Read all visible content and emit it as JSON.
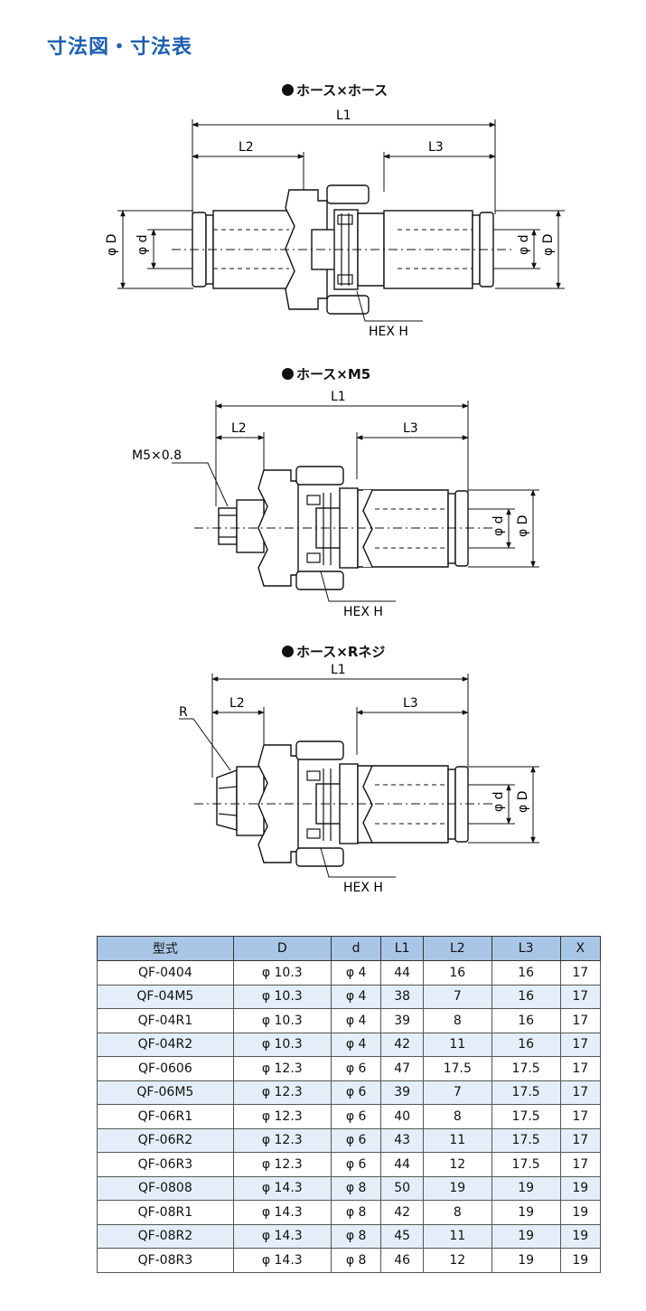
{
  "page_title": "寸法図・寸法表",
  "diagrams": [
    {
      "title": "ホース×ホース",
      "labels": {
        "L1": "L1",
        "L2": "L2",
        "L3": "L3",
        "D": "φ D",
        "d": "φ d",
        "d2": "φ d",
        "D2": "φ D",
        "hex": "HEX H"
      }
    },
    {
      "title": "ホース×M5",
      "labels": {
        "L1": "L1",
        "L2": "L2",
        "L3": "L3",
        "thread": "M5×0.8",
        "d": "φ d",
        "D": "φ D",
        "hex": "HEX H"
      }
    },
    {
      "title": "ホース×Rネジ",
      "labels": {
        "L1": "L1",
        "L2": "L2",
        "L3": "L3",
        "thread": "R",
        "d": "φ d",
        "D": "φ D",
        "hex": "HEX H"
      }
    }
  ],
  "table": {
    "headers": [
      "型式",
      "D",
      "d",
      "L1",
      "L2",
      "L3",
      "X"
    ],
    "rows": [
      [
        "QF-0404",
        "φ 10.3",
        "φ 4",
        "44",
        "16",
        "16",
        "17"
      ],
      [
        "QF-04M5",
        "φ 10.3",
        "φ 4",
        "38",
        "7",
        "16",
        "17"
      ],
      [
        "QF-04R1",
        "φ 10.3",
        "φ 4",
        "39",
        "8",
        "16",
        "17"
      ],
      [
        "QF-04R2",
        "φ 10.3",
        "φ 4",
        "42",
        "11",
        "16",
        "17"
      ],
      [
        "QF-0606",
        "φ 12.3",
        "φ 6",
        "47",
        "17.5",
        "17.5",
        "17"
      ],
      [
        "QF-06M5",
        "φ 12.3",
        "φ 6",
        "39",
        "7",
        "17.5",
        "17"
      ],
      [
        "QF-06R1",
        "φ 12.3",
        "φ 6",
        "40",
        "8",
        "17.5",
        "17"
      ],
      [
        "QF-06R2",
        "φ 12.3",
        "φ 6",
        "43",
        "11",
        "17.5",
        "17"
      ],
      [
        "QF-06R3",
        "φ 12.3",
        "φ 6",
        "44",
        "12",
        "17.5",
        "17"
      ],
      [
        "QF-0808",
        "φ 14.3",
        "φ 8",
        "50",
        "19",
        "19",
        "19"
      ],
      [
        "QF-08R1",
        "φ 14.3",
        "φ 8",
        "42",
        "8",
        "19",
        "19"
      ],
      [
        "QF-08R2",
        "φ 14.3",
        "φ 8",
        "45",
        "11",
        "19",
        "19"
      ],
      [
        "QF-08R3",
        "φ 14.3",
        "φ 8",
        "46",
        "12",
        "19",
        "19"
      ]
    ]
  }
}
